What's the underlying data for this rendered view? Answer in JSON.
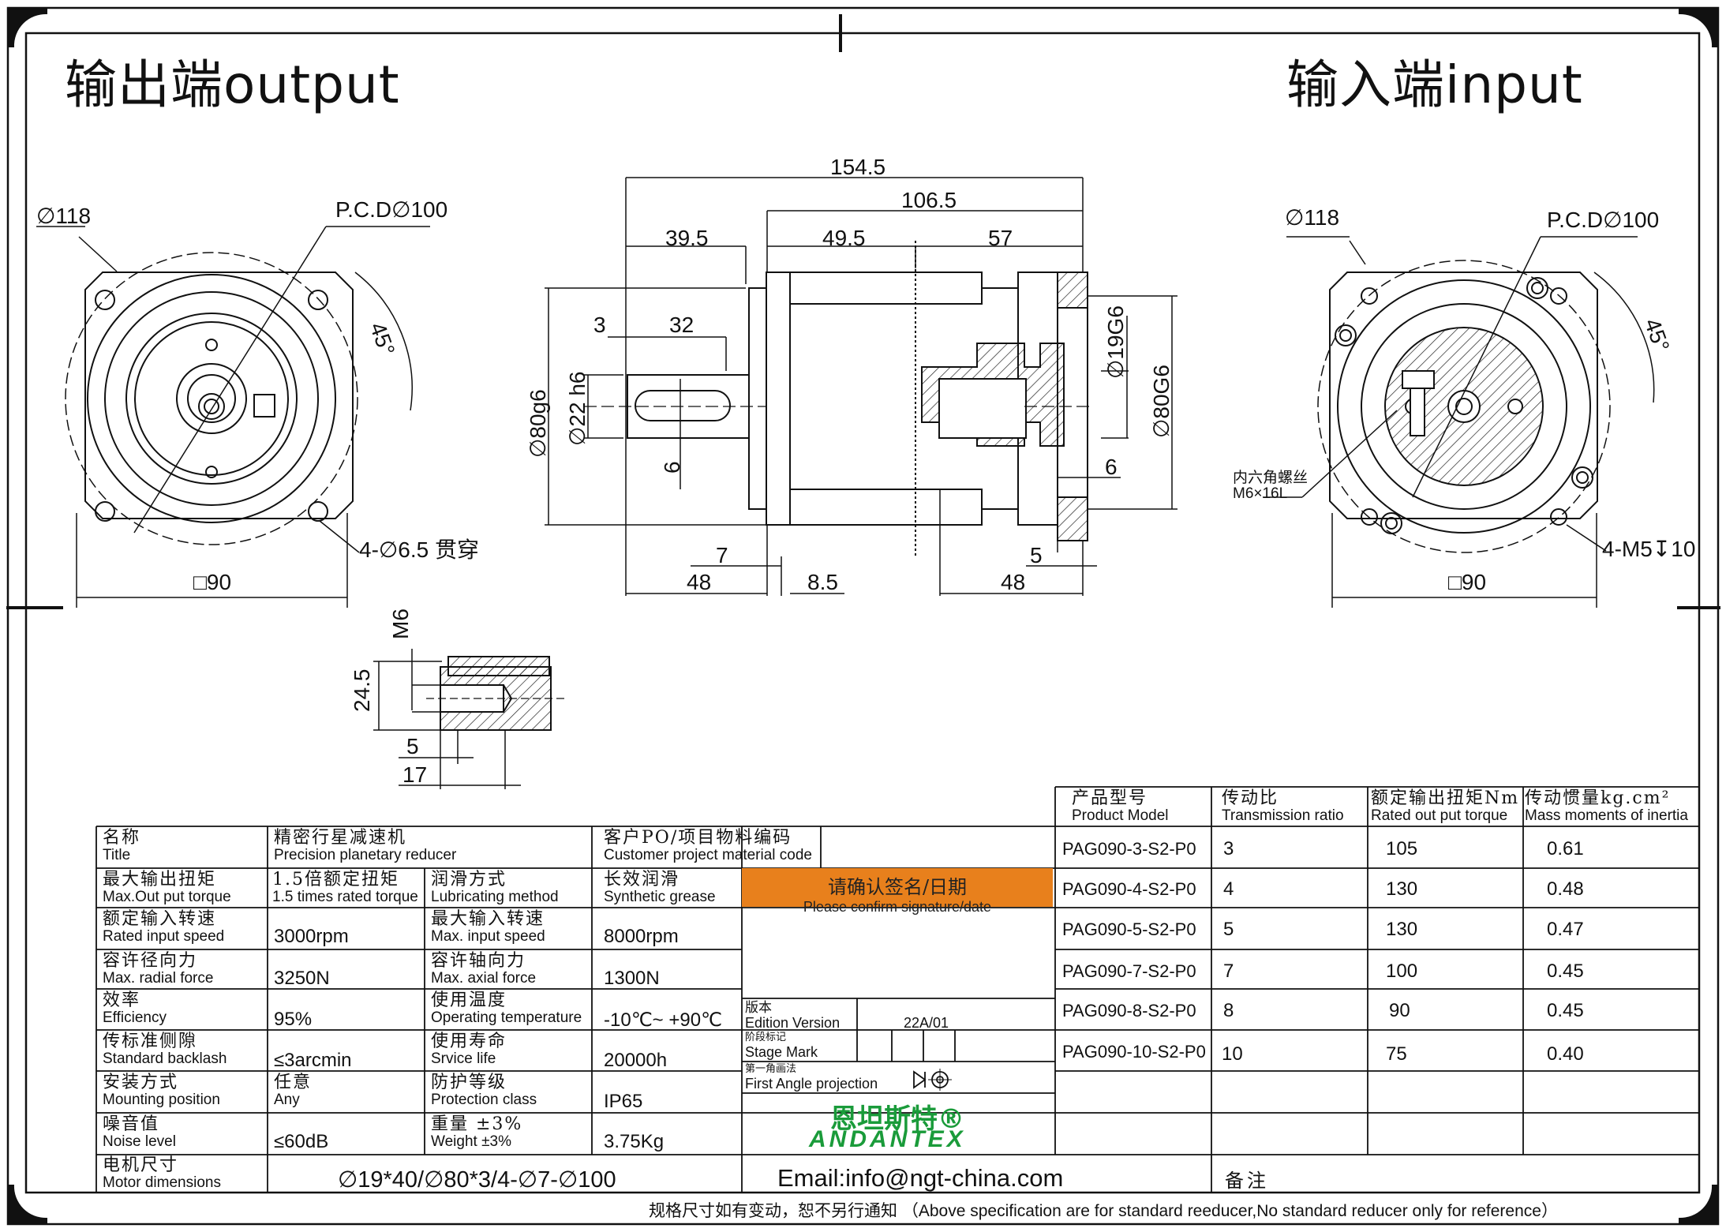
{
  "headings": {
    "output": "输出端output",
    "input": "输入端input"
  },
  "left_view": {
    "dia_outer": "∅118",
    "pcd": "P.C.D∅100",
    "angle": "45°",
    "holes": "4-∅6.5 贯穿",
    "square": "□90"
  },
  "side_view": {
    "overall": "154.5",
    "body": "106.5",
    "shaft_len": "39.5",
    "mid": "49.5",
    "flange": "57",
    "key_off": "3",
    "key_len": "32",
    "pilot": "∅80g6",
    "shaft_dia": "∅22 h6",
    "key_w": "6",
    "motor_bore": "∅19G6",
    "motor_pilot": "∅80G6",
    "motor_depth": "6",
    "d7": "7",
    "d48a": "48",
    "d85": "8.5",
    "d5": "5",
    "d48b": "48"
  },
  "right_view": {
    "dia_outer": "∅118",
    "pcd": "P.C.D∅100",
    "angle": "45°",
    "screw_cn": "内六角螺丝",
    "screw": "M6×16L",
    "holes": "4-M5↧10",
    "square": "□90"
  },
  "detail": {
    "thread": "M6",
    "depth": "24.5",
    "d5": "5",
    "d17": "17"
  },
  "spec": {
    "title_cn": "名称",
    "title_en": "Title",
    "title_val_cn": "精密行星减速机",
    "title_val_en": "Precision planetary reducer",
    "cpo_cn": "客户PO/项目物料编码",
    "cpo_en": "Customer project material code",
    "rows": [
      {
        "l_cn": "最大输出扭矩",
        "l_en": "Max.Out put torque",
        "lv_cn": "1.5倍额定扭矩",
        "lv_en": "1.5 times rated torque",
        "r_cn": "润滑方式",
        "r_en": "Lubricating method",
        "rv_cn": "长效润滑",
        "rv_en": "Synthetic grease"
      },
      {
        "l_cn": "额定输入转速",
        "l_en": "Rated input speed",
        "lv": "3000rpm",
        "r_cn": "最大输入转速",
        "r_en": "Max. input speed",
        "rv": "8000rpm"
      },
      {
        "l_cn": "容许径向力",
        "l_en": "Max. radial force",
        "lv": "3250N",
        "r_cn": "容许轴向力",
        "r_en": "Max. axial force",
        "rv": "1300N"
      },
      {
        "l_cn": "效率",
        "l_en": "Efficiency",
        "lv": "95%",
        "r_cn": "使用温度",
        "r_en": "Operating temperature",
        "rv": "-10℃~ +90℃"
      },
      {
        "l_cn": "传标准侧隙",
        "l_en": "Standard backlash",
        "lv": "≤3arcmin",
        "r_cn": "使用寿命",
        "r_en": "Srvice life",
        "rv": "20000h"
      },
      {
        "l_cn": "安装方式",
        "l_en": "Mounting position",
        "lv_cn": "任意",
        "lv_en": "Any",
        "r_cn": "防护等级",
        "r_en": "Protection class",
        "rv": "IP65"
      },
      {
        "l_cn": "噪音值",
        "l_en": "Noise level",
        "lv": "≤60dB",
        "r_cn": "重量 ±3%",
        "r_en": "Weight ±3%",
        "rv": "3.75Kg"
      }
    ],
    "motor_cn": "电机尺寸",
    "motor_en": "Motor dimensions",
    "motor_val": "∅19*40/∅80*3/4-∅7-∅100",
    "confirm_cn": "请确认签名/日期",
    "confirm_en": "Please confirm signature/date",
    "edition_cn": "版本",
    "edition_en": "Edition Version",
    "edition_val": "22A/01",
    "stage_cn": "阶段标记",
    "stage_en": "Stage Mark",
    "proj_cn": "第一角画法",
    "proj_en": "First Angle projection",
    "logo_cn": "恩坦斯特®",
    "logo_en": "ANDANTEX",
    "email": "Email:info@ngt-china.com",
    "remark": "备注"
  },
  "models": {
    "headers": [
      {
        "cn": "产品型号",
        "en": "Product Model"
      },
      {
        "cn": "传动比",
        "en": "Transmission ratio"
      },
      {
        "cn": "额定输出扭矩Nm",
        "en": "Rated out put torque"
      },
      {
        "cn": "传动惯量kg.cm²",
        "en": "Mass moments of inertia"
      }
    ],
    "rows": [
      [
        "PAG090-3-S2-P0",
        "3",
        "105",
        "0.61"
      ],
      [
        "PAG090-4-S2-P0",
        "4",
        "130",
        "0.48"
      ],
      [
        "PAG090-5-S2-P0",
        "5",
        "130",
        "0.47"
      ],
      [
        "PAG090-7-S2-P0",
        "7",
        "100",
        "0.45"
      ],
      [
        "PAG090-8-S2-P0",
        "8",
        "90",
        "0.45"
      ],
      [
        "PAG090-10-S2-P0",
        "10",
        "75",
        "0.40"
      ]
    ]
  },
  "footer": "规格尺寸如有变动，恕不另行通知 （Above specification are for standard reeducer,No standard reducer only for reference）"
}
